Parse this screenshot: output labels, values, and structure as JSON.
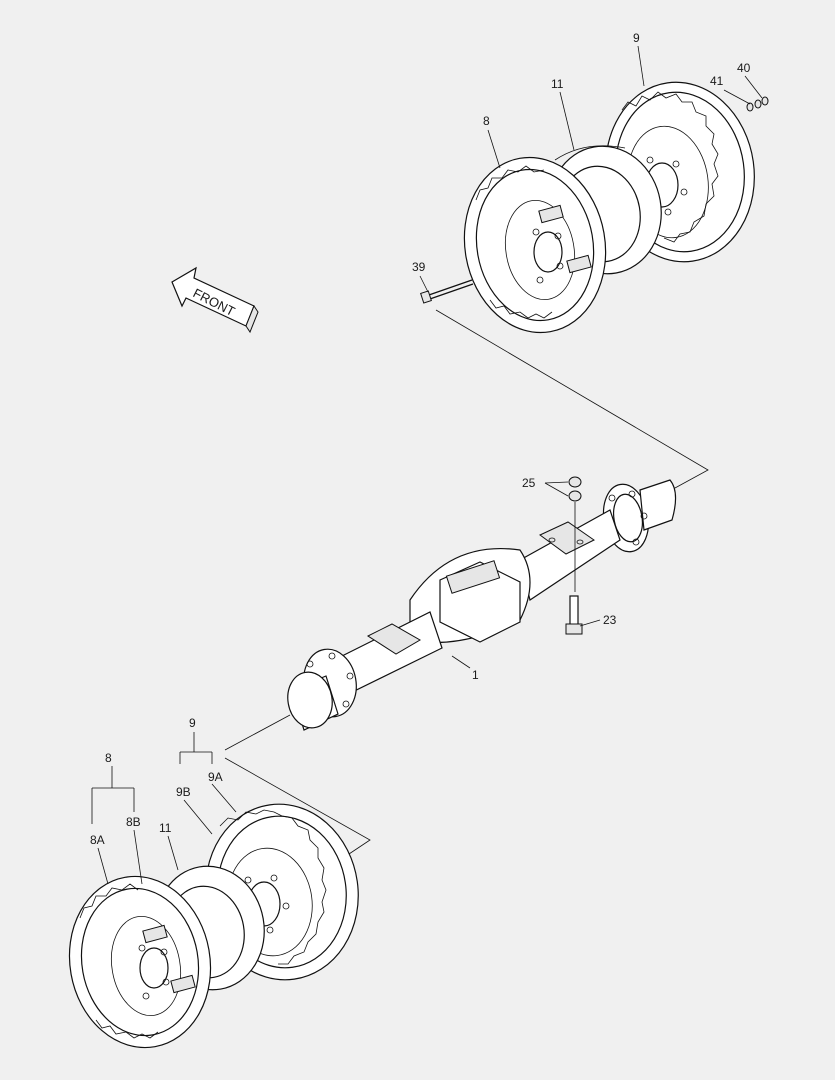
{
  "orientation_arrow": {
    "text": "FRONT"
  },
  "callouts": {
    "top_wheel_9": "9",
    "top_spacer_11": "11",
    "top_wheel_8": "8",
    "top_nut_40": "40",
    "top_washer_41": "41",
    "top_bolt_39": "39",
    "stud_nut_25": "25",
    "bolt_23": "23",
    "axle_1": "1",
    "bottom_wheel_9": "9",
    "bottom_wheel_9a": "9A",
    "bottom_wheel_9b": "9B",
    "bottom_wheel_8": "8",
    "bottom_wheel_8a": "8A",
    "bottom_wheel_8b": "8B",
    "bottom_spacer_11": "11"
  }
}
